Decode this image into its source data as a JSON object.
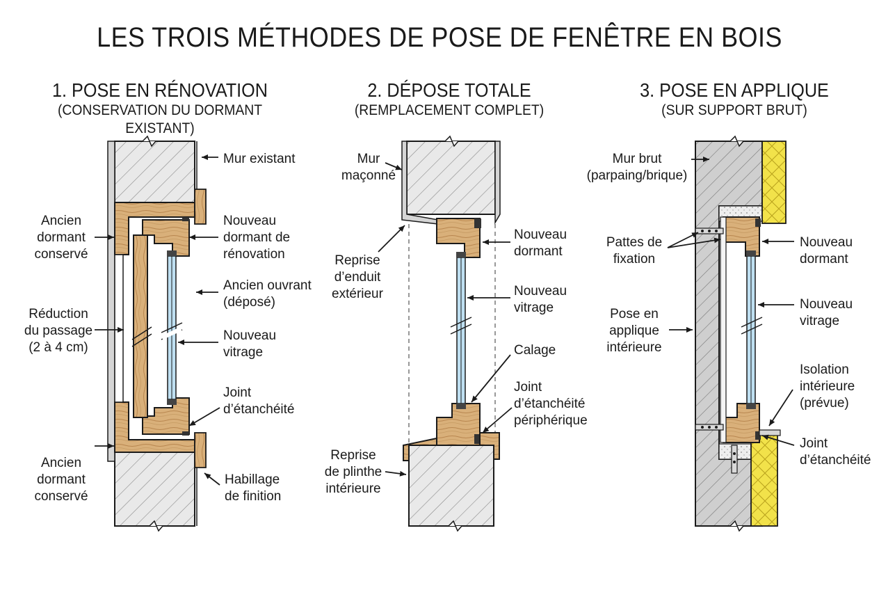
{
  "title": "LES TROIS MÉTHODES DE POSE DE FENÊTRE EN BOIS",
  "panels": [
    {
      "title": "1. POSE EN RÉNOVATION",
      "subtitle": "(CONSERVATION DU DORMANT EXISTANT)"
    },
    {
      "title": "2. DÉPOSE TOTALE",
      "subtitle": "(REMPLACEMENT COMPLET)"
    },
    {
      "title": "3. POSE EN APPLIQUE",
      "subtitle": "(SUR SUPPORT BRUT)"
    }
  ],
  "labels": {
    "p1": {
      "mur_existant": [
        "Mur existant"
      ],
      "ancien_dormant_haut": [
        "Ancien",
        "dormant",
        "conservé"
      ],
      "nouveau_dormant": [
        "Nouveau",
        "dormant de",
        "rénovation"
      ],
      "ancien_ouvrant": [
        "Ancien ouvrant",
        "(déposé)"
      ],
      "reduction": [
        "Réduction",
        "du passage",
        "(2 à 4 cm)"
      ],
      "nouveau_vitrage": [
        "Nouveau",
        "vitrage"
      ],
      "joint": [
        "Joint",
        "d’étanchéité"
      ],
      "ancien_dormant_bas": [
        "Ancien",
        "dormant",
        "conservé"
      ],
      "habillage": [
        "Habillage",
        "de finition"
      ]
    },
    "p2": {
      "mur": [
        "Mur",
        "maçonné"
      ],
      "reprise_enduit": [
        "Reprise",
        "d’enduit",
        "extérieur"
      ],
      "nouveau_dormant": [
        "Nouveau",
        "dormant"
      ],
      "nouveau_vitrage": [
        "Nouveau",
        "vitrage"
      ],
      "calage": [
        "Calage"
      ],
      "joint": [
        "Joint",
        "d’étanchéité",
        "périphérique"
      ],
      "reprise_plinthe": [
        "Reprise",
        "de plinthe",
        "intérieure"
      ]
    },
    "p3": {
      "mur_brut": [
        "Mur brut",
        "(parpaing/brique)"
      ],
      "pattes": [
        "Pattes de",
        "fixation"
      ],
      "nouveau_dormant": [
        "Nouveau",
        "dormant"
      ],
      "nouveau_vitrage": [
        "Nouveau",
        "vitrage"
      ],
      "pose_applique": [
        "Pose en",
        "applique",
        "intérieure"
      ],
      "isolation": [
        "Isolation",
        "intérieure",
        "(prévue)"
      ],
      "joint": [
        "Joint",
        "d’étanchéité"
      ]
    }
  },
  "colors": {
    "wood": "#d9b07a",
    "wood_dark": "#b8864f",
    "masonry": "#e6e6e6",
    "masonry_dark": "#cfcfcf",
    "glass": "#bfe0f2",
    "insulation": "#f2e24a",
    "ink": "#1a1a1a"
  }
}
